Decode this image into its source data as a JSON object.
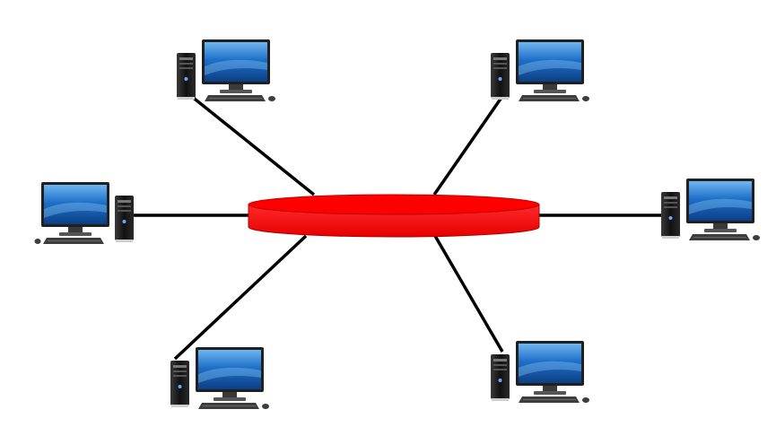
{
  "diagram": {
    "type": "network-topology",
    "hub": {
      "shape": "cylinder",
      "fill_color": "#ff0000",
      "edge_color": "#c40000"
    },
    "link_color": "#000000",
    "nodes": [
      {
        "id": "top-left",
        "icon": "desktop-computer-icon",
        "tower_side": "left"
      },
      {
        "id": "top-right",
        "icon": "desktop-computer-icon",
        "tower_side": "left"
      },
      {
        "id": "left",
        "icon": "desktop-computer-icon",
        "tower_side": "right"
      },
      {
        "id": "right",
        "icon": "desktop-computer-icon",
        "tower_side": "left"
      },
      {
        "id": "bottom-left",
        "icon": "desktop-computer-icon",
        "tower_side": "left"
      },
      {
        "id": "bottom-right",
        "icon": "desktop-computer-icon",
        "tower_side": "left"
      }
    ],
    "colors": {
      "screen": "#1f6fc7",
      "monitor_frame": "#222222",
      "tower": "#1a1a1a",
      "keyboard": "#444444"
    }
  }
}
